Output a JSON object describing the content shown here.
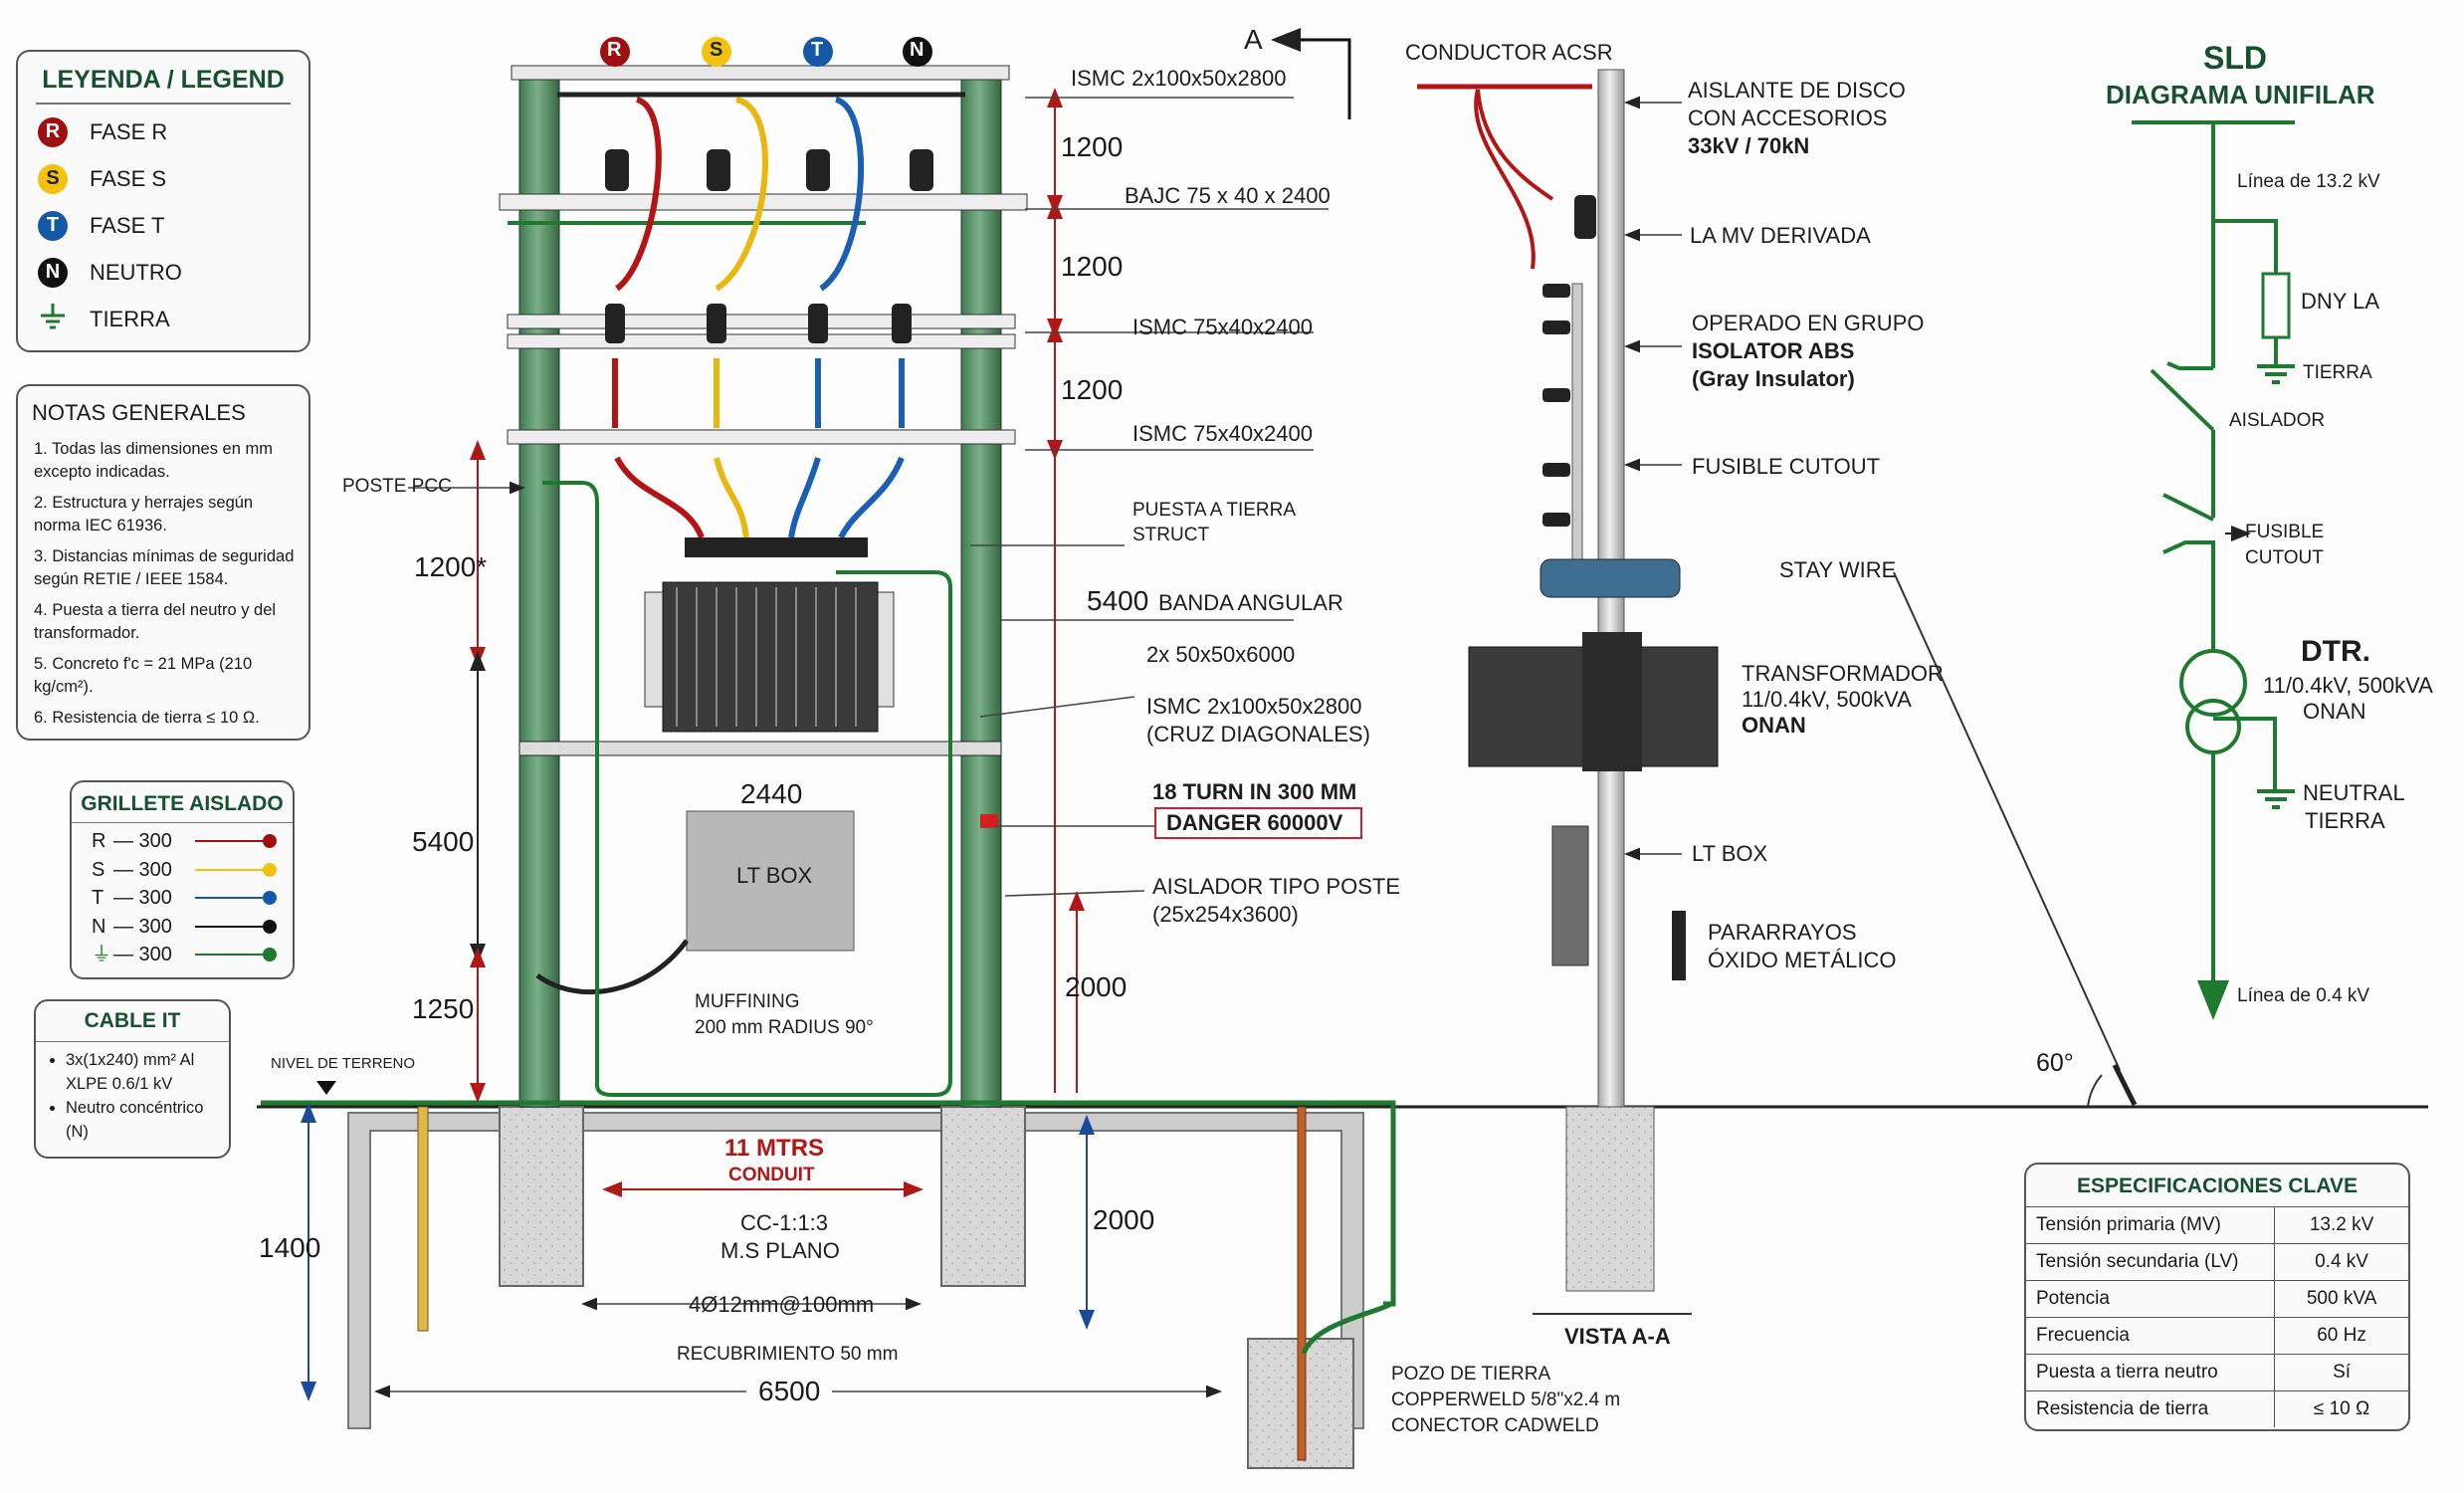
{
  "legend": {
    "title": "LEYENDA / LEGEND",
    "items": [
      {
        "symbol": "R",
        "label": "FASE R",
        "color": "#a01010"
      },
      {
        "symbol": "S",
        "label": "FASE S",
        "color": "#f2c20f"
      },
      {
        "symbol": "T",
        "label": "FASE T",
        "color": "#1459a8"
      },
      {
        "symbol": "N",
        "label": "NEUTRO",
        "color": "#111111"
      },
      {
        "symbol": "ground-icon",
        "label": "TIERRA",
        "color": "#1e7a2e"
      }
    ]
  },
  "notes": {
    "title": "NOTAS GENERALES",
    "items": [
      "1. Todas las dimensiones en mm excepto indicadas.",
      "2. Estructura y herrajes según norma IEC 61936.",
      "3. Distancias mínimas de seguridad según RETIE / IEEE 1584.",
      "4. Puesta a tierra del neutro y del transformador.",
      "5. Concreto f'c = 21 MPa (210 kg/cm²).",
      "6. Resistencia de tierra ≤ 10 Ω."
    ]
  },
  "grillete": {
    "title": "GRILLETE AISLADO",
    "rows": [
      {
        "phase": "R",
        "value": "— 300",
        "color": "#a01010"
      },
      {
        "phase": "S",
        "value": "— 300",
        "color": "#f2c20f"
      },
      {
        "phase": "T",
        "value": "— 300",
        "color": "#1459a8"
      },
      {
        "phase": "N",
        "value": "— 300",
        "color": "#111111"
      },
      {
        "phase": "⏚",
        "value": "— 300",
        "color": "#1e7a2e"
      }
    ]
  },
  "cable_it": {
    "title": "CABLE IT",
    "items": [
      "3x(1x240) mm² Al XLPE 0.6/1 kV",
      "Neutro concéntrico (N)"
    ]
  },
  "front_view": {
    "phase_badges": [
      "R",
      "S",
      "T",
      "N"
    ],
    "members": [
      "ISMC 2x100x50x2800",
      "BAJC 75 x 40 x 2400",
      "ISMC 75x40x2400",
      "ISMC 75x40x2400"
    ],
    "spacings": [
      "1200",
      "1200",
      "1200"
    ],
    "section_marker": "A",
    "labels": {
      "poste_pcc": "POSTE PCC",
      "puesta_tierra": "PUESTA A TIERRA",
      "puesta_tierra_2": "STRUCT",
      "banda_dim": "5400",
      "banda": "BANDA ANGULAR",
      "banda_size": "2x 50x50x6000",
      "cruz_1": "ISMC 2x100x50x2800",
      "cruz_2": "(CRUZ DIAGONALES)",
      "turn": "18 TURN IN 300 MM",
      "danger": "DANGER 60000V",
      "aislador_1": "AISLADOR TIPO POSTE",
      "aislador_2": "(25x254x3600)",
      "lt_box": "LT BOX",
      "muffining_1": "MUFFINING",
      "muffining_2": "200 mm RADIUS 90°",
      "width_2440": "2440",
      "nivel": "NIVEL DE TERRENO",
      "conduit_1": "11 MTRS",
      "conduit_2": "CONDUIT",
      "cc": "CC-1:1:3",
      "ms": "M.S PLANO",
      "rebar": "4Ø12mm@100mm",
      "recubrimiento": "RECUBRIMIENTO 50 mm",
      "pozo_1": "POZO DE TIERRA",
      "pozo_2": "COPPERWELD 5/8\"x2.4 m",
      "pozo_3": "CONECTOR CADWELD"
    },
    "dims": {
      "d1200star": "1200*",
      "d5400": "5400",
      "d1250": "1250",
      "d2000_right": "2000",
      "d1400": "1400",
      "d2000_below": "2000",
      "d6500": "6500"
    }
  },
  "side_view": {
    "labels": {
      "conductor": "CONDUCTOR ACSR",
      "aislante_1": "AISLANTE DE DISCO",
      "aislante_2": "CON ACCESORIOS",
      "aislante_3": "33kV / 70kN",
      "la_mv": "LA MV DERIVADA",
      "operado": "OPERADO EN GRUPO",
      "isolator": "ISOLATOR ABS",
      "gray": "(Gray Insulator)",
      "fusible": "FUSIBLE CUTOUT",
      "stay": "STAY WIRE",
      "trafo_1": "TRANSFORMADOR",
      "trafo_2": "11/0.4kV, 500kVA",
      "trafo_3": "ONAN",
      "lt_box": "LT BOX",
      "para_1": "PARARRAYOS",
      "para_2": "ÓXIDO METÁLICO",
      "angle": "60°",
      "vista": "VISTA A-A"
    }
  },
  "sld": {
    "title": "SLD",
    "subtitle": "DIAGRAMA UNIFILAR",
    "line_in": "Línea de 13.2 kV",
    "la": "DNY LA",
    "tierra": "TIERRA",
    "aislador": "AISLADOR",
    "fusible_1": "FUSIBLE",
    "fusible_2": "CUTOUT",
    "dtr": "DTR.",
    "dtr_rating": "11/0.4kV, 500kVA",
    "dtr_cooling": "ONAN",
    "neutral_1": "NEUTRAL",
    "neutral_2": "TIERRA",
    "line_out": "Línea de 0.4 kV",
    "color": "#1e7a2e"
  },
  "specs": {
    "title": "ESPECIFICACIONES CLAVE",
    "rows": [
      {
        "k": "Tensión primaria (MV)",
        "v": "13.2 kV"
      },
      {
        "k": "Tensión secundaria (LV)",
        "v": "0.4 kV"
      },
      {
        "k": "Potencia",
        "v": "500 kVA"
      },
      {
        "k": "Frecuencia",
        "v": "60 Hz"
      },
      {
        "k": "Puesta a tierra neutro",
        "v": "Sí"
      },
      {
        "k": "Resistencia de tierra",
        "v": "≤ 10 Ω"
      }
    ]
  }
}
